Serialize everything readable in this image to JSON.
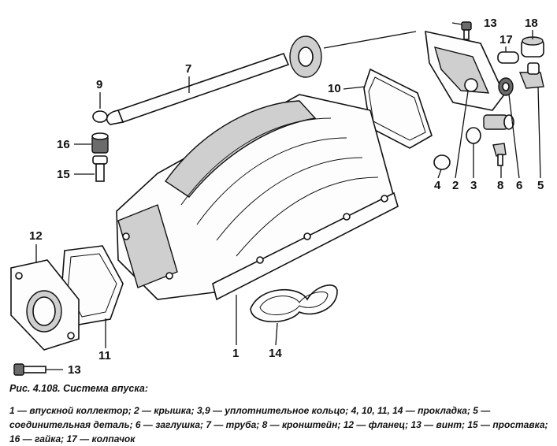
{
  "figure": {
    "caption_title": "Рис. 4.108. Система впуска:",
    "caption_legend": "1 — впускной коллектор; 2 — крышка; 3,9 — уплотнительное кольцо; 4, 10, 11, 14 — прокладка; 5 — соединительная деталь; 6 — заглушка; 7 — труба; 8 — кронштейн; 12 — фланец; 13 — винт; 15 — проставка; 16 — гайка; 17 — колпачок"
  },
  "callouts": {
    "c1": "1",
    "c2": "2",
    "c3": "3",
    "c4": "4",
    "c5": "5",
    "c6": "6",
    "c7": "7",
    "c8": "8",
    "c9": "9",
    "c10": "10",
    "c11": "11",
    "c12": "12",
    "c13_top": "13",
    "c13_bottom": "13",
    "c14": "14",
    "c15": "15",
    "c16": "16",
    "c17": "17",
    "c18": "18"
  }
}
